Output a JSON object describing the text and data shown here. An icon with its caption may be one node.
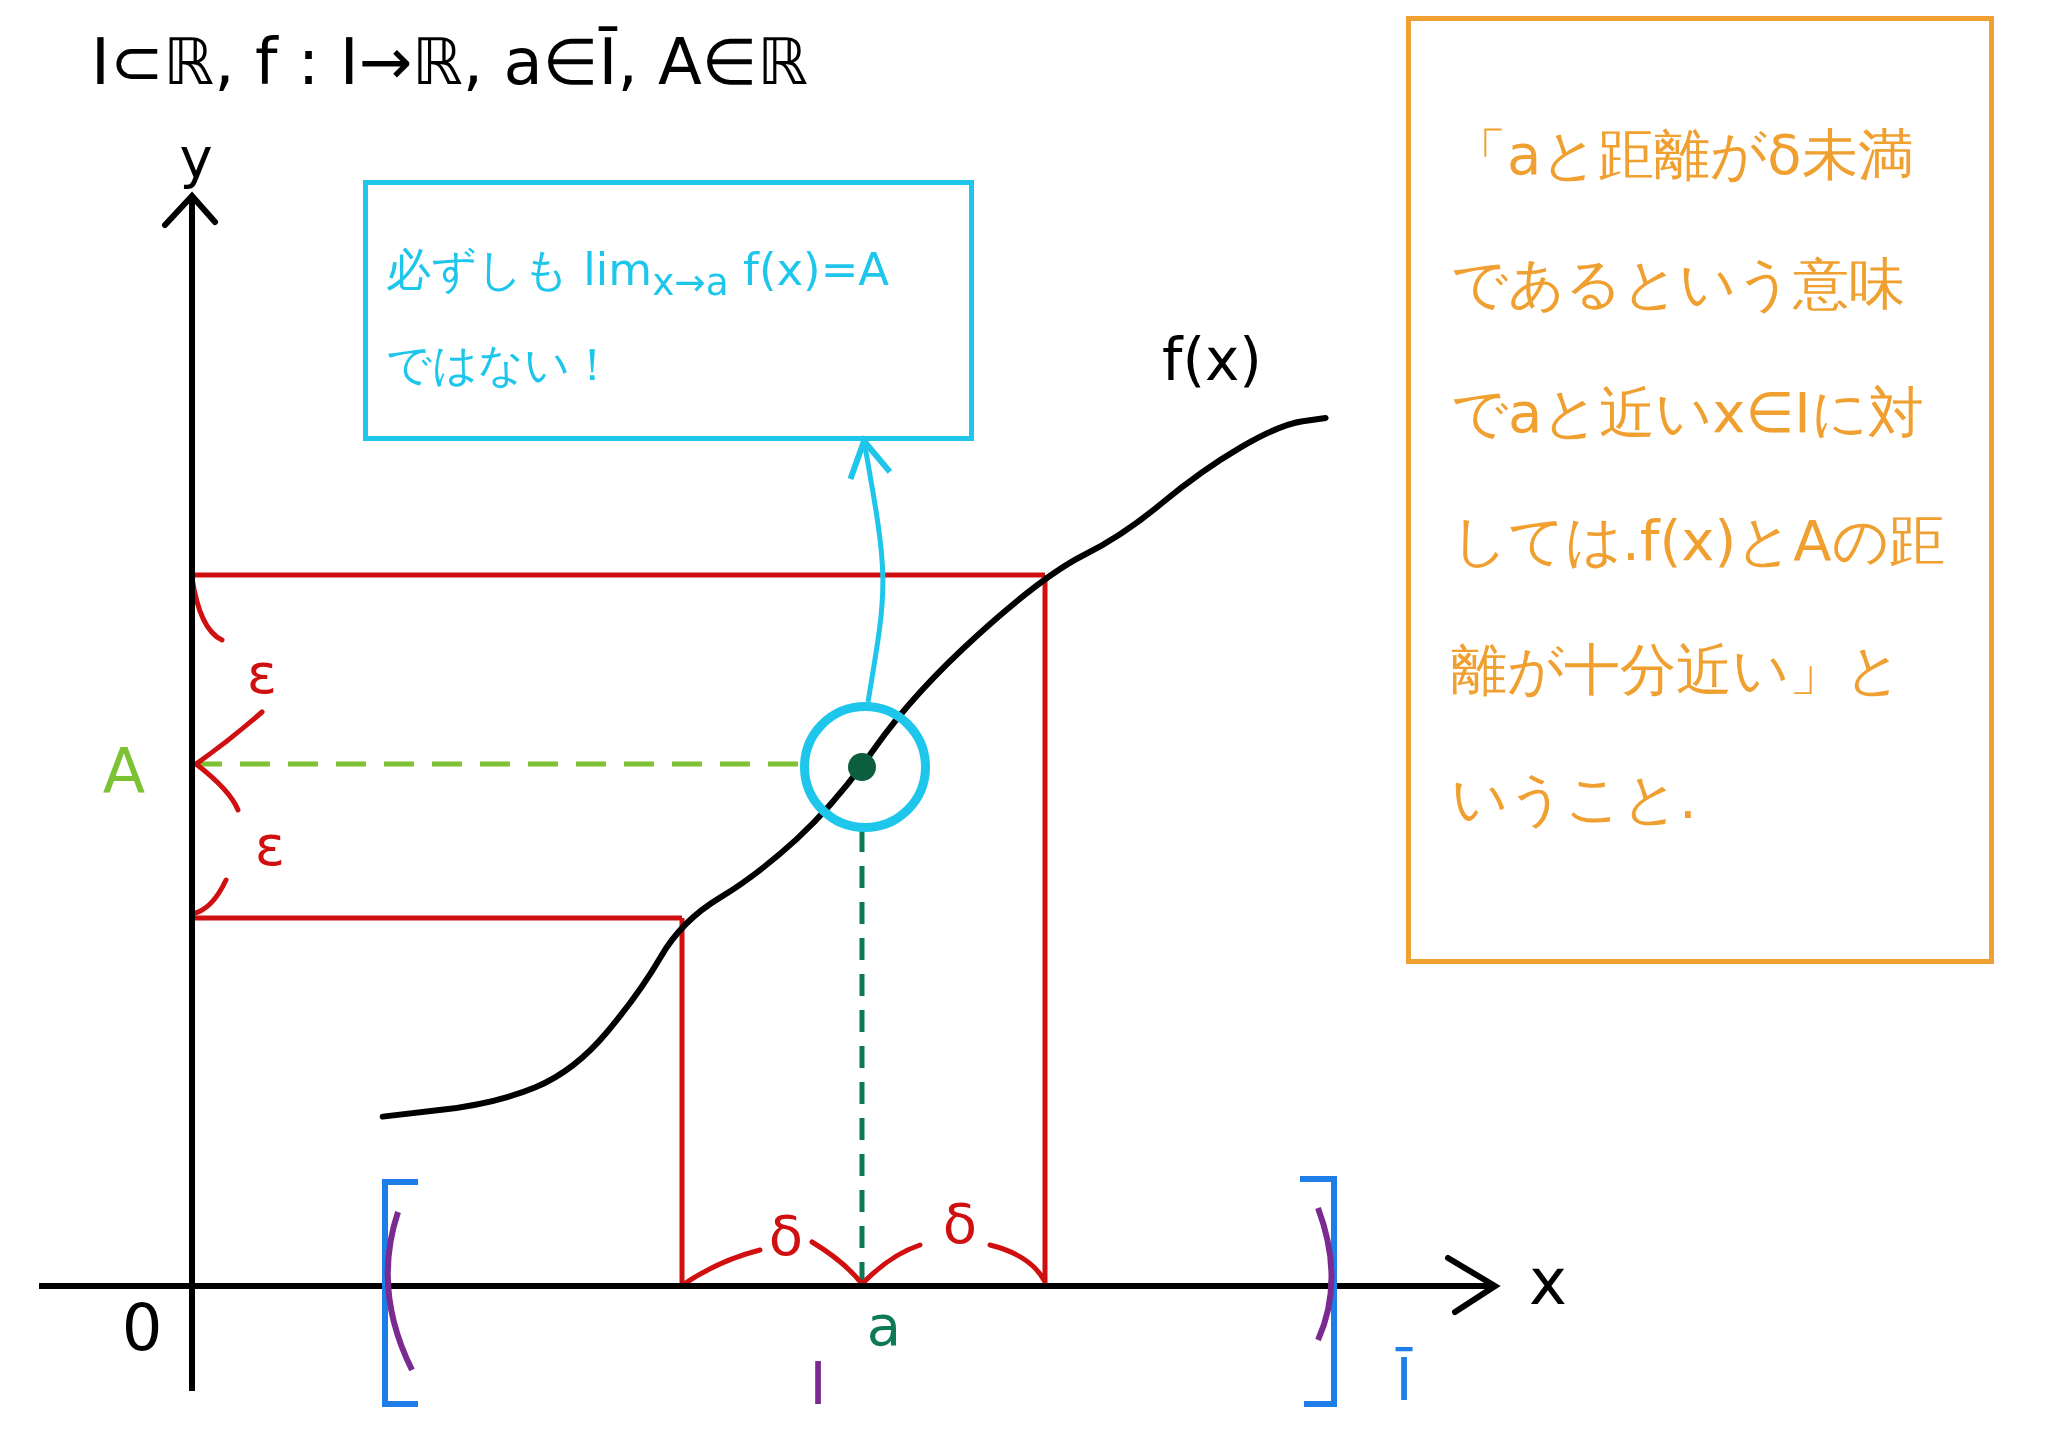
{
  "diagram": {
    "nodes": [
      {
        "text": [
          "必ずしも lim$_{x→a}$ f(x)=A ではない！"
        ]
      },
      {
        "text": [],
        "shape": "circle"
      },
      {
        "text": [
          "「aと距離がδ未満であるという意味でaと近いx∈Iに対しては.f(x)とAの距離が十分近い」ということ."
        ]
      }
    ],
    "edges": [
      {
        "from": 1,
        "to": 0,
        "arrow": "to"
      }
    ],
    "labels": [
      "I⊂ℝ, f : I→ℝ, a∈Ī, A∈ℝ",
      "y",
      "f(x)",
      "ε",
      "A",
      "ε",
      "δ",
      "δ",
      "x",
      "0",
      "a",
      "I",
      "Ī"
    ]
  }
}
